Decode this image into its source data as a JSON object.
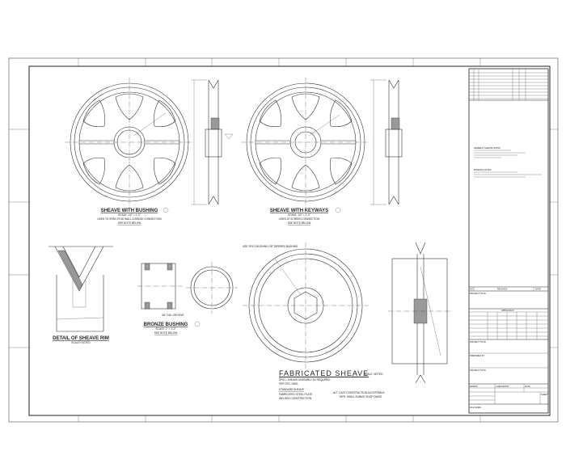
{
  "drawing": {
    "views": [
      {
        "title": "SHEAVE WITH BUSHING",
        "scale": "SCALE: 1/2\" = 1'-0\"",
        "note": "USED TO SPAN STUD WALL & BREAK CONNECTION",
        "ref": "SEE NOTE BELOW"
      },
      {
        "title": "SHEAVE WITH KEYWAYS",
        "scale": "SCALE: 1/2\" = 1'-0\"",
        "note": "USED AT SCREEN CONNECTION",
        "ref": "SEE NOTE BELOW"
      },
      {
        "title": "DETAIL OF SHEAVE RIM",
        "scale": "SCALE: NOTED"
      },
      {
        "title": "BRONZE BUSHING",
        "scale": "SCALE: 1\" = 1'-0\"",
        "ref": "SEE NOTE BELOW",
        "callout": "3/4\" DIA. GROOVE"
      },
      {
        "title": "FABRICATED SHEAVE",
        "scale": "SCALE: NOTED",
        "note1": "SPEC. SHEAVE ASSEMBLY AS REQUIRED",
        "note2": "PER STD. DWG.",
        "note3": "STANDARD SHEAVE",
        "note4": "FABRICATED STEEL PLATE",
        "note5": "WELDED CONSTRUCTION",
        "note6": "ALT. CAST CONSTRUCTION ACCEPTABLE",
        "note7": "MFR. SHALL SUBMIT SHOP DWGS."
      }
    ],
    "leader_note": "USE SPLIT BUSHING OR TAPERED BUSHING",
    "title_block": {
      "notes_heading": "GENERAL SHEAVE NOTES",
      "notes_heading2": "BUSHING NOTES",
      "revision_label": "REVISION",
      "no_label": "NO.",
      "date_label": "DATE",
      "approvals_label": "APPROVALS",
      "project_label": "PROJECT TITLE",
      "prepared_label": "PREPARED BY",
      "drawn_label": "DRAWN",
      "checked_label": "CHECKED BY",
      "date2_label": "DATE",
      "sheet_label": "SHEET",
      "file_label": "FILE NAME"
    }
  }
}
